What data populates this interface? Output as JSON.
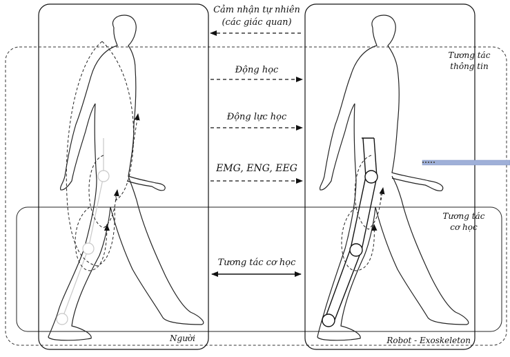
{
  "arrows": {
    "natural_sensing_line1": "Cảm nhận tự nhiên",
    "natural_sensing_line2": "(các giác quan)",
    "kinematics": "Động học",
    "dynamics": "Động lực học",
    "signals": "EMG, ENG, EEG",
    "mechanical": "Tương tác cơ học"
  },
  "regions": {
    "info_interaction_line1": "Tương tác",
    "info_interaction_line2": "thông tin",
    "mech_interaction_line1": "Tương tác",
    "mech_interaction_line2": "cơ học"
  },
  "captions": {
    "human": "Người",
    "robot": "Robot - Exoskeleton"
  },
  "colors": {
    "line": "#111111",
    "exo_bar": "#9fb0d8"
  }
}
